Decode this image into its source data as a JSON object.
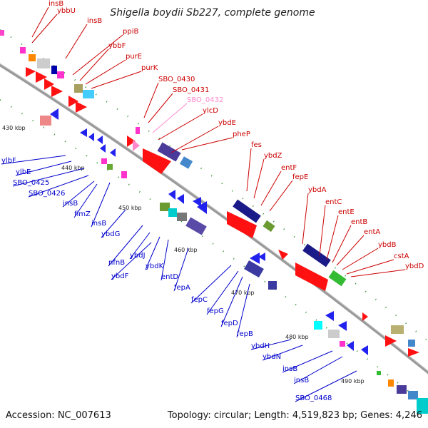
{
  "title": "Shigella boydii Sb227, complete genome",
  "footer": {
    "accession": "Accession: NC_007613",
    "summary": "Topology: circular; Length: 4,519,823 bp; Genes: 4,246"
  },
  "colors": {
    "forward_label": "#cc0000",
    "reverse_label": "#0000cc",
    "faded_label": "#ff88cc",
    "backbone": "#909090"
  },
  "ticks": [
    "430 kbp",
    "440 kbp",
    "450 kbp",
    "460 kbp",
    "470 kbp",
    "480 kbp",
    "490 kbp"
  ],
  "forward_labels": [
    "insB",
    "ybbU",
    "insB",
    "ppiB",
    "ybbF",
    "purE",
    "purK",
    "SBO_0430",
    "SBO_0431",
    "SBO_0432",
    "ylcD",
    "ybdE",
    "pheP",
    "fes",
    "ybdZ",
    "entF",
    "fepE",
    "ybdA",
    "entC",
    "entE",
    "entB",
    "entA",
    "ybdB",
    "cstA",
    "ybdD"
  ],
  "reverse_labels": [
    "ylbF",
    "ylbE",
    "SBO_0425",
    "SBO_0426",
    "insB",
    "fimZ",
    "insB",
    "ybdG",
    "nfnB",
    "ybdJ",
    "ybdK",
    "ybdF",
    "entD",
    "fepA",
    "fepC",
    "fepG",
    "fepD",
    "fepB",
    "ybdH",
    "ybdN",
    "insB",
    "insB",
    "SBO_0468"
  ]
}
